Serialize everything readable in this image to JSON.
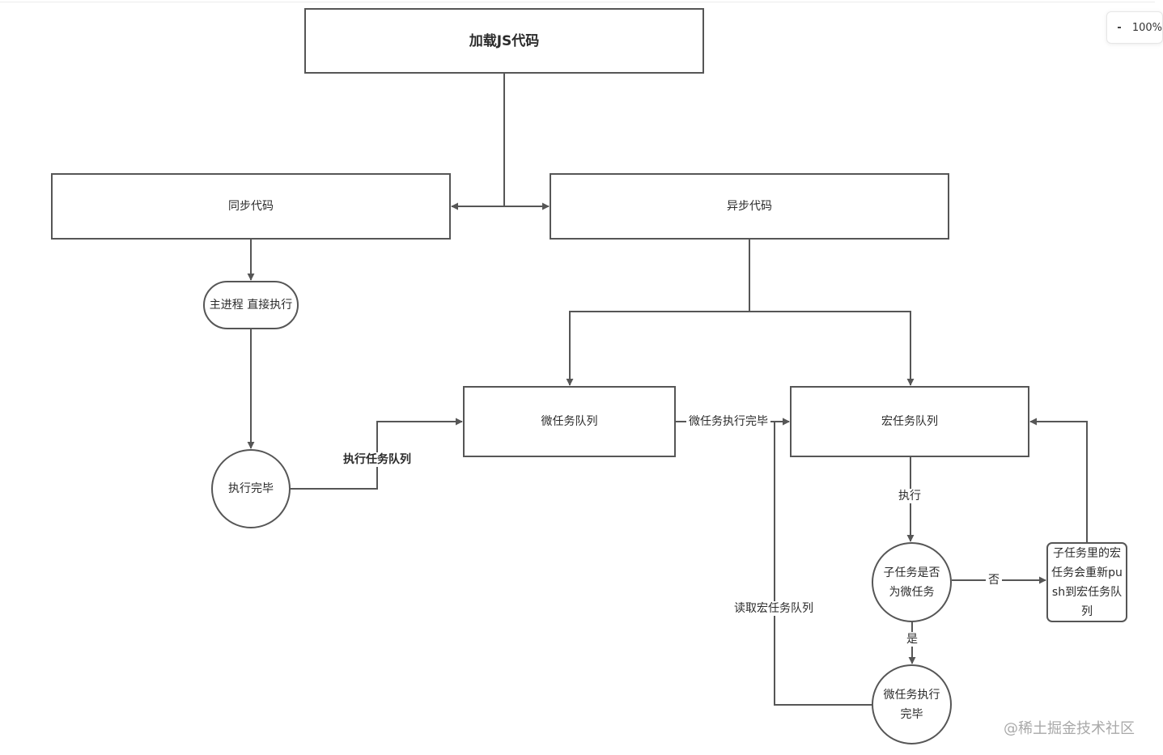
{
  "nodes": {
    "load_js": "加载JS代码",
    "sync_code": "同步代码",
    "async_code": "异步代码",
    "main_thread_exec": "主进程 直接执行",
    "exec_done": "执行完毕",
    "micro_queue": "微任务队列",
    "macro_queue": "宏任务队列",
    "is_subtask_micro": "子任务是否为微任务",
    "micro_exec_done": "微任务执行完毕",
    "push_to_macro": "子任务里的宏任务会重新push到宏任务队列"
  },
  "edge_labels": {
    "exec_task_queue": "执行任务队列",
    "micro_exec_complete": "微任务执行完毕",
    "execute": "执行",
    "no": "否",
    "yes": "是",
    "read_macro_queue": "读取宏任务队列"
  },
  "zoom": {
    "value": "100%"
  },
  "watermark": "@稀土掘金技术社区",
  "colors": {
    "stroke": "#565656",
    "text": "#2b2b2b",
    "background": "#ffffff",
    "watermark": "#a9a9a9"
  }
}
